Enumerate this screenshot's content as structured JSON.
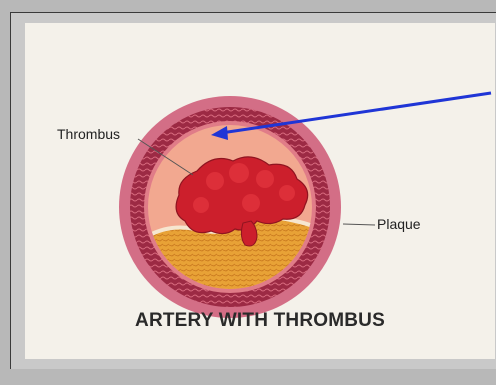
{
  "diagram": {
    "title": "ARTERY WITH THROMBUS",
    "labels": {
      "thrombus": "Thrombus",
      "plaque": "Plaque"
    },
    "colors": {
      "background": "#b8b8b8",
      "panel": "#f4f1ea",
      "artery_wall": "#c6506a",
      "lumen": "#f0a28c",
      "thrombus": "#cc1f2c",
      "plaque": "#e6a033",
      "pointer_arrow": "#1f35d6"
    }
  }
}
